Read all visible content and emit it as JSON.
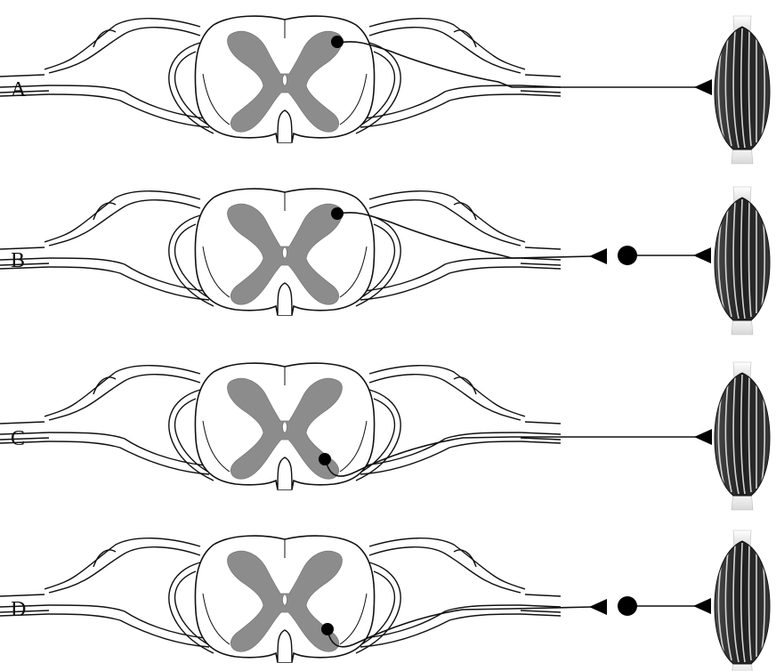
{
  "panels": [
    {
      "label": "A",
      "neuron_location": "dorsal-horn",
      "peripheral_ganglion": false
    },
    {
      "label": "B",
      "neuron_location": "dorsal-horn",
      "peripheral_ganglion": true
    },
    {
      "label": "C",
      "neuron_location": "ventral-horn",
      "peripheral_ganglion": false
    },
    {
      "label": "D",
      "neuron_location": "ventral-horn",
      "peripheral_ganglion": true
    }
  ],
  "colors": {
    "gray_matter": "#8c8c8c",
    "outline": "#111111",
    "neuron": "#000000",
    "muscle_dark": "#2a2a2a",
    "muscle_light": "#d9d9d9"
  },
  "icons": {
    "spinal_cord": "spinal-cord-section-icon",
    "muscle": "muscle-icon",
    "terminal": "axon-terminal-icon",
    "neuron": "neuron-cell-body-icon"
  }
}
